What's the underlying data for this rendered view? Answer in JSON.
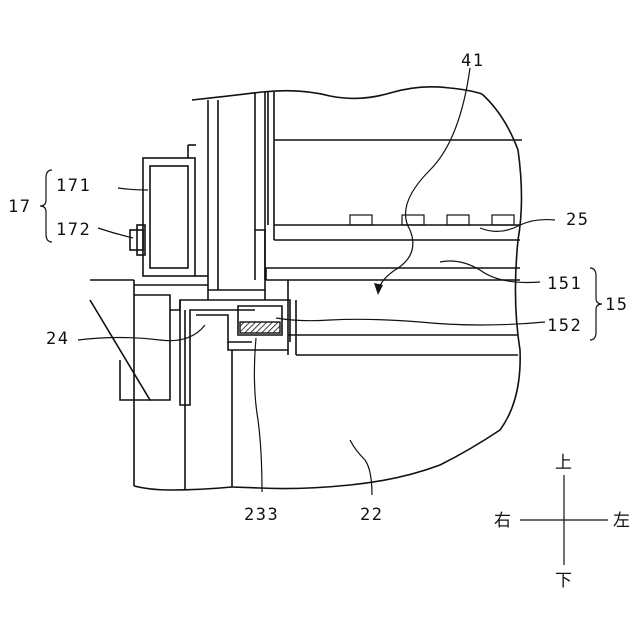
{
  "labels": {
    "l41": "41",
    "l25": "25",
    "l151": "151",
    "l152": "152",
    "l15": "15",
    "l171": "171",
    "l172": "172",
    "l17": "17",
    "l24": "24",
    "l233": "233",
    "l22": "22"
  },
  "directions": {
    "up": "上",
    "down": "下",
    "left": "左",
    "right": "右"
  }
}
